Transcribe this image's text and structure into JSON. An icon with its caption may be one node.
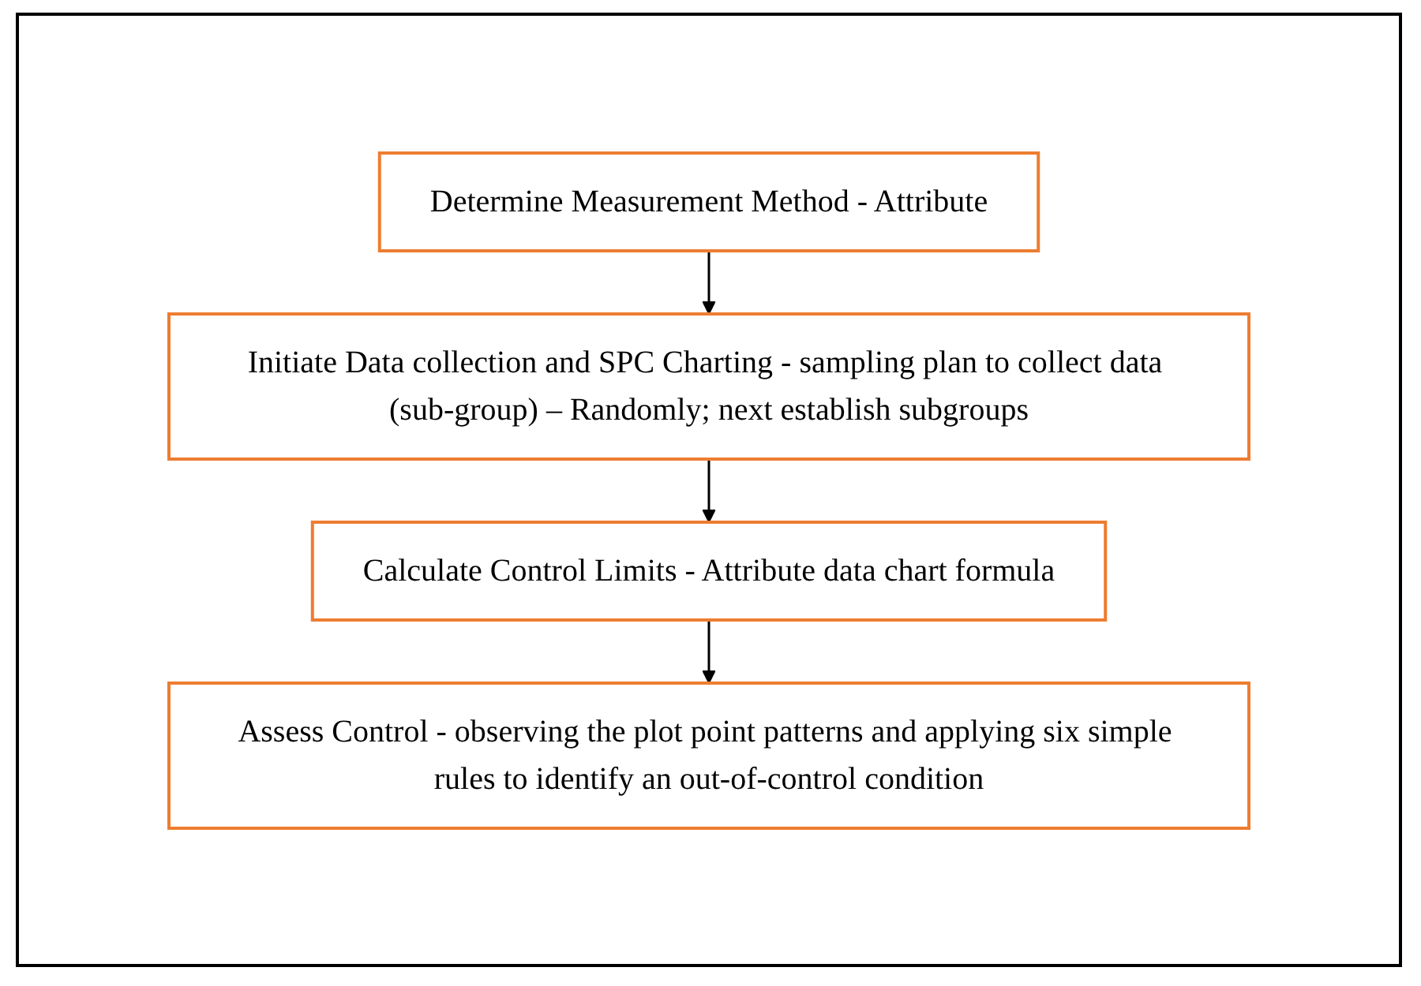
{
  "diagram": {
    "nodes": [
      {
        "text": [
          "Determine Measurement Method - Attribute"
        ]
      },
      {
        "text": [
          "Initiate Data collection and SPC Charting - sampling plan to collect data (sub-group) – Randomly; next establish subgroups"
        ]
      },
      {
        "text": [
          "Calculate Control Limits - Attribute data chart formula"
        ]
      },
      {
        "text": [
          "Assess Control - observing the plot point patterns and applying six simple rules to identify an out-of-control condition"
        ]
      }
    ],
    "edges": [
      {
        "from": 0,
        "to": 1,
        "arrow": "to"
      },
      {
        "from": 1,
        "to": 2,
        "arrow": "to"
      },
      {
        "from": 2,
        "to": 3,
        "arrow": "to"
      }
    ]
  }
}
